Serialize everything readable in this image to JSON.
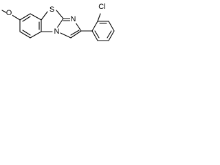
{
  "structure": {
    "atoms": {
      "sulfur": "S",
      "nitrogen_imidazole": "N",
      "nitrogen_bridge": "N",
      "chlorine": "Cl",
      "oxygen": "O"
    }
  }
}
